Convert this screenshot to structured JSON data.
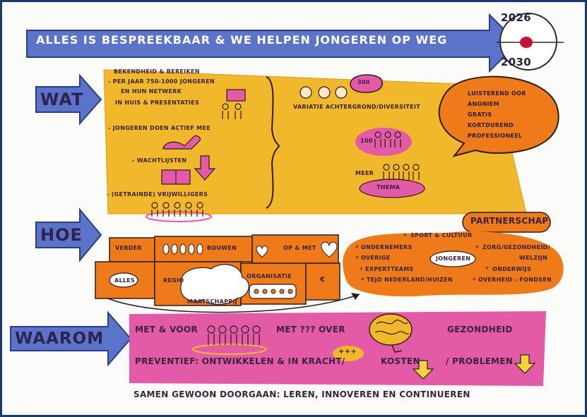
{
  "header": {
    "title": "ALLES IS BESPREEKBAAR & WE HELPEN JONGEREN OP WEG",
    "year_start": "2026",
    "year_end": "2030"
  },
  "sections": {
    "wat": "WAT",
    "hoe": "HOE",
    "waarom": "WAAROM"
  },
  "wat": {
    "lines": [
      "BEKENDHEID & BEREIKEN",
      "- PER JAAR 750-1000 JONGEREN",
      "EN HUN NETWERK",
      "IN HUIS & PRESENTATIES",
      "- JONGEREN DOEN ACTIEF MEE",
      "- WACHTLIJSTEN",
      "- (GETRAINDE) VRIJWILLIGERS"
    ],
    "badge_300": "300",
    "variatie": "VARIATIE ACHTERGROND/DIVERSITEIT",
    "badge_100": "100",
    "meer": "MEER",
    "thema": "THEMA",
    "qualities": [
      "LUISTEREND OOR",
      "ANONIEM",
      "GRATIS",
      "KORTDUREND",
      "PROFESSIONEEL"
    ]
  },
  "hoe": {
    "verder": "VERDER",
    "bouwen": "BOUWEN",
    "op_met": "OP & MET",
    "alles": "ALLES",
    "regio": "REGIO",
    "maatschappij": "MAATSCHAPPIJ",
    "organisatie": "ORGANISATIE",
    "euro": "€"
  },
  "partnerschap": {
    "title": "PARTNERSCHAP",
    "center": "JONGEREN",
    "items": [
      "SPORT & CULTUUR",
      "ONDERNEMERS",
      "ZORG/GEZONDHEID/",
      "OVERIGE",
      "WELZIJN",
      "EXPERTTEAMS",
      "ONDERWIJS",
      "TEJO NEDERLAND/HUIZEN",
      "OVERHEID - FONDSEN"
    ]
  },
  "waarom": {
    "met_voor": "MET & VOOR",
    "met_over": "MET ??? OVER",
    "gezondheid": "GEZONDHEID",
    "plus": "+++",
    "preventief": "PREVENTIEF: ONTWIKKELEN & IN KRACHT/",
    "kosten": "KOSTEN",
    "problemen": "/ PROBLEMEN"
  },
  "footer": "SAMEN GEWOON DOORGAAN: LEREN, INNOVEREN EN CONTINUEREN",
  "colors": {
    "blue_arrow": "#5b74c9",
    "yellow": "#f2b82c",
    "orange": "#ef7a1a",
    "pink": "#e35aa6",
    "red_marker": "#c4122f"
  }
}
